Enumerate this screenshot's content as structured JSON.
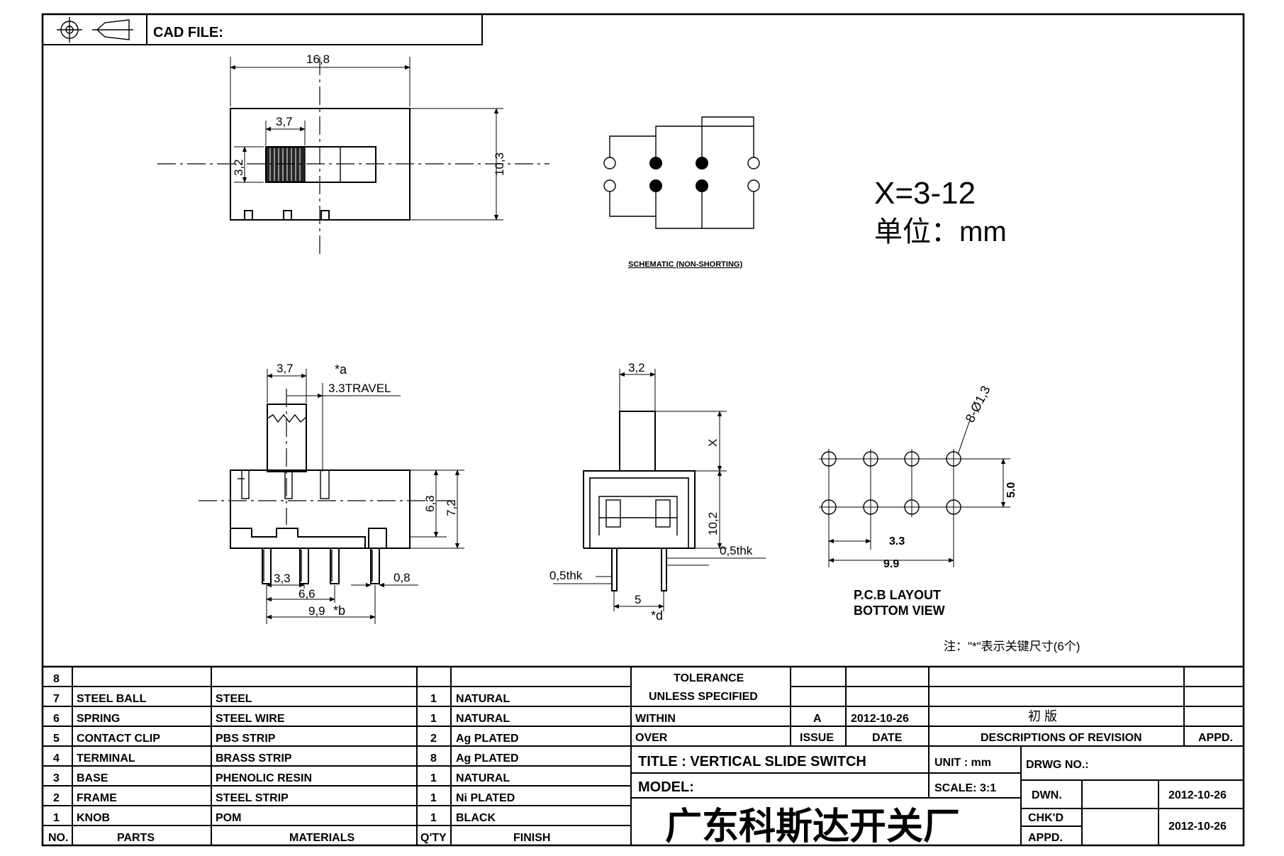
{
  "title_block_top": {
    "cad_file_label": "CAD FILE:"
  },
  "top_view": {
    "dim_overall_length": "16,8",
    "dim_knob_width": "3,7",
    "dim_knob_height": "3,2",
    "dim_overall_height": "10,3"
  },
  "schematic": {
    "caption": "SCHEMATIC (NON-SHORTING)"
  },
  "notes": {
    "x_range": "X=3-12",
    "unit": "单位：mm",
    "key_dim_note": "注：\"*\"表示关键尺寸(6个)"
  },
  "front_view": {
    "dim_knob": "3,7",
    "mark_a": "*a",
    "travel": "3.3TRAVEL",
    "dim_63": "6,3",
    "dim_72": "7,2",
    "dim_33": "3,3",
    "dim_66": "6,6",
    "dim_08": "0,8",
    "dim_99": "9,9",
    "mark_b": "*b"
  },
  "side_view": {
    "dim_32": "3,2",
    "dim_x": "X",
    "dim_102": "10,2",
    "thk_right": "0,5thk",
    "thk_left": "0,5thk",
    "dim_5": "5",
    "mark_d": "*d"
  },
  "pcb_layout": {
    "holes": "8-Ø1,3",
    "dim_50": "5.0",
    "dim_33": "3.3",
    "dim_99": "9.9",
    "caption_1": "P.C.B LAYOUT",
    "caption_2": "BOTTOM VIEW"
  },
  "bom": {
    "rows": [
      {
        "no": "8",
        "part": "",
        "material": "",
        "qty": "",
        "finish": ""
      },
      {
        "no": "7",
        "part": "STEEL BALL",
        "material": "STEEL",
        "qty": "1",
        "finish": "NATURAL"
      },
      {
        "no": "6",
        "part": "SPRING",
        "material": "STEEL WIRE",
        "qty": "1",
        "finish": "NATURAL"
      },
      {
        "no": "5",
        "part": "CONTACT CLIP",
        "material": "PBS STRIP",
        "qty": "2",
        "finish": "Ag PLATED"
      },
      {
        "no": "4",
        "part": "TERMINAL",
        "material": "BRASS STRIP",
        "qty": "8",
        "finish": "Ag PLATED"
      },
      {
        "no": "3",
        "part": "BASE",
        "material": "PHENOLIC RESIN",
        "qty": "1",
        "finish": "NATURAL"
      },
      {
        "no": "2",
        "part": "FRAME",
        "material": "STEEL STRIP",
        "qty": "1",
        "finish": "Ni PLATED"
      },
      {
        "no": "1",
        "part": "KNOB",
        "material": "POM",
        "qty": "1",
        "finish": "BLACK"
      }
    ],
    "headers": {
      "no": "NO.",
      "parts": "PARTS",
      "materials": "MATERIALS",
      "qty": "Q'TY",
      "finish": "FINISH"
    }
  },
  "title_block": {
    "tolerance": "TOLERANCE",
    "unless_specified": "UNLESS  SPECIFIED",
    "within": "WITHIN",
    "over": "OVER",
    "rev_issue": "A",
    "rev_date": "2012-10-26",
    "rev_desc": "初  版",
    "issue_label": "ISSUE",
    "date_label": "DATE",
    "desc_label": "DESCRIPTIONS OF REVISION",
    "appd_label": "APPD.",
    "title": "TITLE :  VERTICAL SLIDE SWITCH",
    "unit": "UNIT :  mm",
    "drwg_no": "DRWG NO.:",
    "model": "MODEL:",
    "scale": "SCALE:  3:1",
    "company": "广东科斯达开关厂",
    "dwn_label": "DWN.",
    "dwn_date": "2012-10-26",
    "chkd_label": "CHK'D",
    "chkd_date": "2012-10-26",
    "appd2_label": "APPD."
  }
}
